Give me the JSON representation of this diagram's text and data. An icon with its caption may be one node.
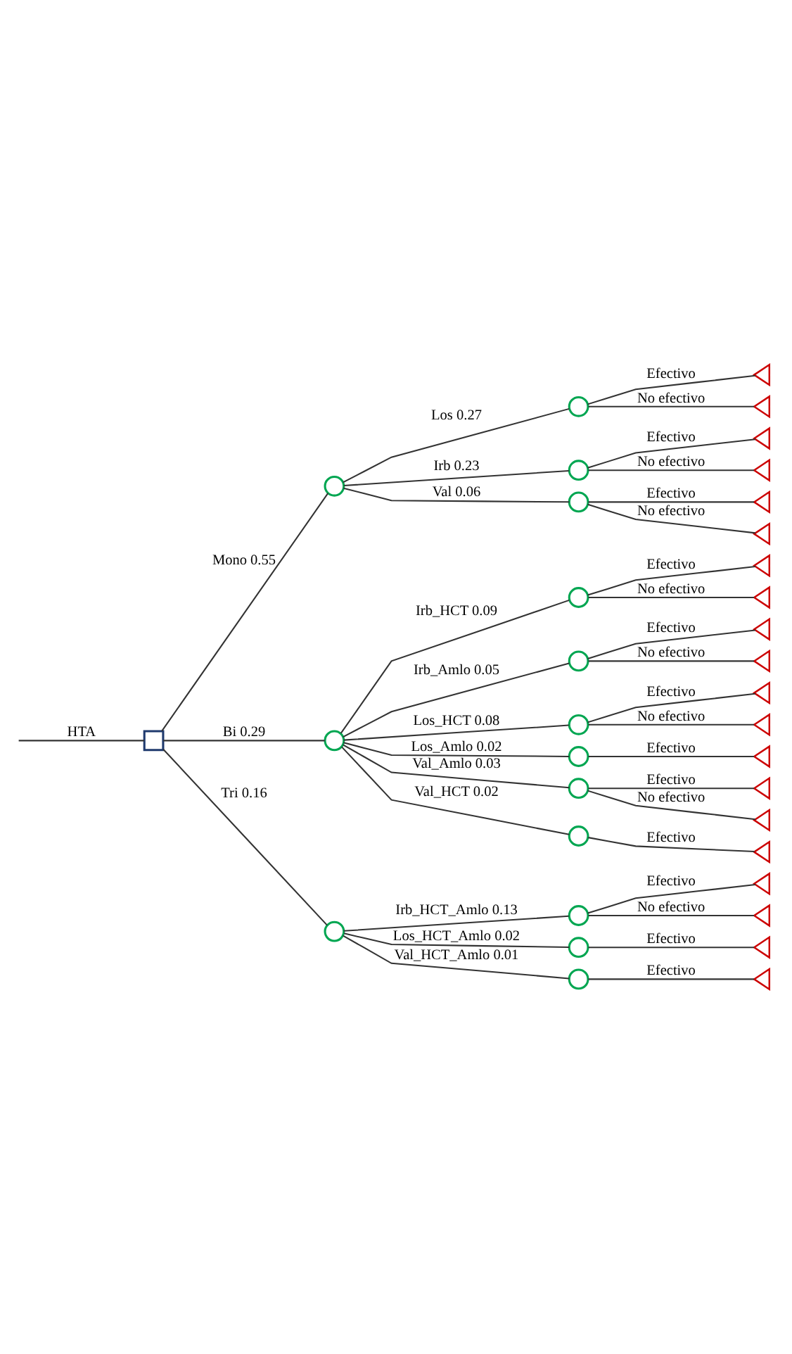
{
  "diagram": {
    "nodes": [
      {
        "text": [],
        "shape": "box"
      },
      {
        "text": [],
        "shape": "circle"
      },
      {
        "text": [],
        "shape": "circle"
      },
      {
        "text": [],
        "shape": "circle"
      },
      {
        "text": [],
        "shape": "circle"
      },
      {
        "text": [],
        "shape": "circle"
      },
      {
        "text": [],
        "shape": "circle"
      },
      {
        "text": [],
        "shape": "circle"
      },
      {
        "text": [],
        "shape": "circle"
      },
      {
        "text": [],
        "shape": "circle"
      },
      {
        "text": [],
        "shape": "circle"
      },
      {
        "text": [],
        "shape": "circle"
      },
      {
        "text": [],
        "shape": "circle"
      },
      {
        "text": [],
        "shape": "circle"
      },
      {
        "text": [],
        "shape": "circle"
      },
      {
        "text": [],
        "shape": "circle"
      },
      {
        "text": [],
        "shape": "triangle"
      },
      {
        "text": [],
        "shape": "triangle"
      },
      {
        "text": [],
        "shape": "triangle"
      },
      {
        "text": [],
        "shape": "triangle"
      },
      {
        "text": [],
        "shape": "triangle"
      },
      {
        "text": [],
        "shape": "triangle"
      },
      {
        "text": [],
        "shape": "triangle"
      },
      {
        "text": [],
        "shape": "triangle"
      },
      {
        "text": [],
        "shape": "triangle"
      },
      {
        "text": [],
        "shape": "triangle"
      },
      {
        "text": [],
        "shape": "triangle"
      },
      {
        "text": [],
        "shape": "triangle"
      },
      {
        "text": [],
        "shape": "triangle"
      },
      {
        "text": [],
        "shape": "triangle"
      },
      {
        "text": [],
        "shape": "triangle"
      },
      {
        "text": [],
        "shape": "triangle"
      },
      {
        "text": [],
        "shape": "triangle"
      },
      {
        "text": [],
        "shape": "triangle"
      },
      {
        "text": [],
        "shape": "triangle"
      },
      {
        "text": [],
        "shape": "triangle"
      }
    ],
    "edges": [
      {
        "from": null,
        "to": 0,
        "arrow": "none",
        "label": "HTA"
      },
      {
        "from": 0,
        "to": 1,
        "arrow": "none",
        "label": "Mono 0.55"
      },
      {
        "from": 0,
        "to": 2,
        "arrow": "none",
        "label": "Bi 0.29"
      },
      {
        "from": 0,
        "to": 3,
        "arrow": "none",
        "label": "Tri 0.16"
      },
      {
        "from": 1,
        "to": 4,
        "arrow": "none",
        "label": "Los 0.27"
      },
      {
        "from": 1,
        "to": 5,
        "arrow": "none",
        "label": "Irb 0.23"
      },
      {
        "from": 1,
        "to": 6,
        "arrow": "none",
        "label": "Val 0.06"
      },
      {
        "from": 2,
        "to": 7,
        "arrow": "none",
        "label": "Irb_HCT 0.09"
      },
      {
        "from": 2,
        "to": 8,
        "arrow": "none",
        "label": "Irb_Amlo 0.05"
      },
      {
        "from": 2,
        "to": 9,
        "arrow": "none",
        "label": "Los_HCT 0.08"
      },
      {
        "from": 2,
        "to": 10,
        "arrow": "none",
        "label": "Los_Amlo 0.02"
      },
      {
        "from": 2,
        "to": 11,
        "arrow": "none",
        "label": "Val_Amlo 0.03"
      },
      {
        "from": 2,
        "to": 12,
        "arrow": "none",
        "label": "Val_HCT 0.02"
      },
      {
        "from": 3,
        "to": 13,
        "arrow": "none",
        "label": "Irb_HCT_Amlo 0.13"
      },
      {
        "from": 3,
        "to": 14,
        "arrow": "none",
        "label": "Los_HCT_Amlo 0.02"
      },
      {
        "from": 3,
        "to": 15,
        "arrow": "none",
        "label": "Val_HCT_Amlo 0.01"
      },
      {
        "from": 4,
        "to": 16,
        "arrow": "none",
        "label": "Efectivo"
      },
      {
        "from": 4,
        "to": 17,
        "arrow": "none",
        "label": "No efectivo"
      },
      {
        "from": 5,
        "to": 18,
        "arrow": "none",
        "label": "Efectivo"
      },
      {
        "from": 5,
        "to": 19,
        "arrow": "none",
        "label": "No efectivo"
      },
      {
        "from": 6,
        "to": 20,
        "arrow": "none",
        "label": "Efectivo"
      },
      {
        "from": 6,
        "to": 21,
        "arrow": "none",
        "label": "No efectivo"
      },
      {
        "from": 7,
        "to": 22,
        "arrow": "none",
        "label": "Efectivo"
      },
      {
        "from": 7,
        "to": 23,
        "arrow": "none",
        "label": "No efectivo"
      },
      {
        "from": 8,
        "to": 24,
        "arrow": "none",
        "label": "Efectivo"
      },
      {
        "from": 8,
        "to": 25,
        "arrow": "none",
        "label": "No efectivo"
      },
      {
        "from": 9,
        "to": 26,
        "arrow": "none",
        "label": "Efectivo"
      },
      {
        "from": 9,
        "to": 27,
        "arrow": "none",
        "label": "No efectivo"
      },
      {
        "from": 10,
        "to": 28,
        "arrow": "none",
        "label": "Efectivo"
      },
      {
        "from": 11,
        "to": 29,
        "arrow": "none",
        "label": "Efectivo"
      },
      {
        "from": 11,
        "to": 30,
        "arrow": "none",
        "label": "No efectivo"
      },
      {
        "from": 12,
        "to": 31,
        "arrow": "none",
        "label": "Efectivo"
      },
      {
        "from": 13,
        "to": 32,
        "arrow": "none",
        "label": "Efectivo"
      },
      {
        "from": 13,
        "to": 33,
        "arrow": "none",
        "label": "No efectivo"
      },
      {
        "from": 14,
        "to": 34,
        "arrow": "none",
        "label": "Efectivo"
      },
      {
        "from": 15,
        "to": 35,
        "arrow": "none",
        "label": "Efectivo"
      }
    ]
  }
}
